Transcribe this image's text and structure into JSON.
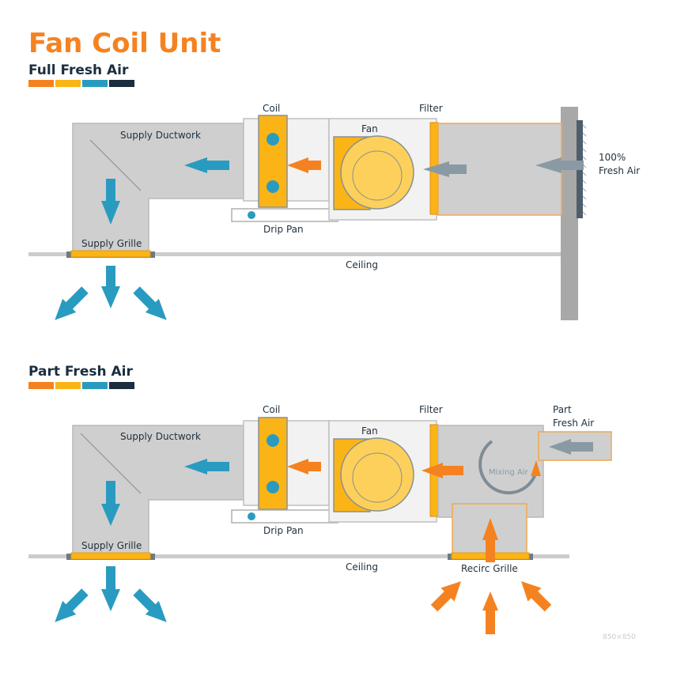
{
  "header": {
    "title": "Fan Coil Unit",
    "subtitle": "Full Fresh Air"
  },
  "diagram_top": {
    "supply_ductwork": "Supply Ductwork",
    "coil": "Coil",
    "filter": "Filter",
    "fan": "Fan",
    "drip_pan": "Drip Pan",
    "supply_grille": "Supply Grille",
    "ceiling": "Ceiling",
    "fresh_air_line1": "100%",
    "fresh_air_line2": "Fresh Air"
  },
  "diagram_bottom": {
    "section_title": "Part Fresh Air",
    "supply_ductwork": "Supply Ductwork",
    "coil": "Coil",
    "filter": "Filter",
    "fan": "Fan",
    "drip_pan": "Drip Pan",
    "supply_grille": "Supply Grille",
    "ceiling": "Ceiling",
    "part_fresh_line1": "Part",
    "part_fresh_line2": "Fresh Air",
    "mixing_air": "Mixing Air",
    "recirc_grille": "Recirc Grille"
  },
  "colors": {
    "title_orange": "#f58220",
    "navy": "#1a2e3f",
    "duct_grey": "#cfcfcf",
    "duct_stroke": "#b5b5b5",
    "coil_yellow": "#fbb416",
    "fan_yellow": "#fcd05a",
    "arrow_blue": "#2a9bc0",
    "arrow_orange": "#f58220",
    "arrow_grey": "#8a9aa5",
    "wall_grey": "#a8a8a8",
    "bar_teal": "#2a9bc0"
  },
  "watermark": "850×850"
}
